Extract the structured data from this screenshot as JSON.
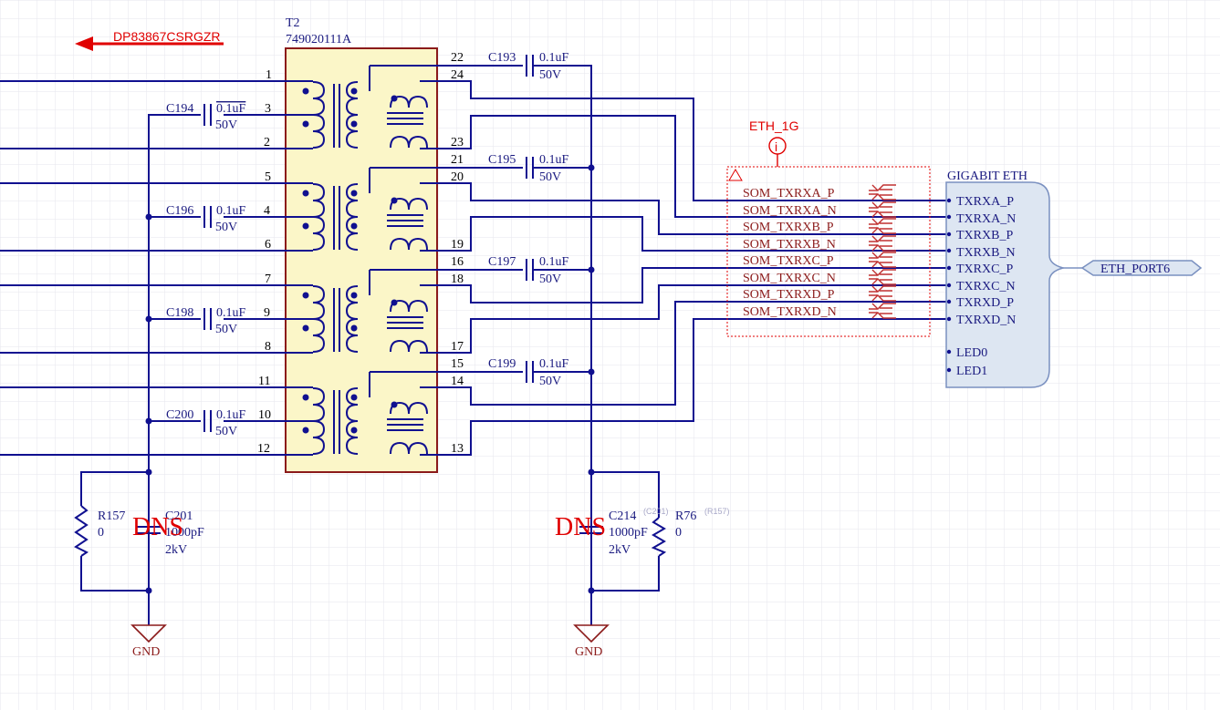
{
  "offsheet": {
    "label": "DP83867CSRGZR"
  },
  "transformer": {
    "refdes": "T2",
    "part": "749020111A",
    "left_pins": [
      "1",
      "3",
      "2",
      "5",
      "4",
      "6",
      "7",
      "9",
      "8",
      "11",
      "10",
      "12"
    ],
    "right_pins": [
      "22",
      "24",
      "23",
      "21",
      "20",
      "19",
      "16",
      "18",
      "17",
      "15",
      "14",
      "13"
    ]
  },
  "caps": [
    {
      "ref": "C193",
      "value": "0.1uF",
      "voltage": "50V"
    },
    {
      "ref": "C194",
      "value": "0.1uF",
      "voltage": "50V"
    },
    {
      "ref": "C195",
      "value": "0.1uF",
      "voltage": "50V"
    },
    {
      "ref": "C196",
      "value": "0.1uF",
      "voltage": "50V"
    },
    {
      "ref": "C197",
      "value": "0.1uF",
      "voltage": "50V"
    },
    {
      "ref": "C198",
      "value": "0.1uF",
      "voltage": "50V"
    },
    {
      "ref": "C199",
      "value": "0.1uF",
      "voltage": "50V"
    },
    {
      "ref": "C200",
      "value": "0.1uF",
      "voltage": "50V"
    }
  ],
  "bottom_left": {
    "r_ref": "R157",
    "r_val": "0",
    "c_ref": "C201",
    "c_val": "1000pF",
    "c_volt": "2kV",
    "dns": "DNS",
    "gnd": "GND"
  },
  "bottom_right": {
    "r_ref": "R76",
    "r_val": "0",
    "r_ghost": "(R157)",
    "c_ref": "C214",
    "c_ghost": "(C201)",
    "c_val": "1000pF",
    "c_volt": "2kV",
    "dns": "DNS",
    "gnd": "GND"
  },
  "net_label": {
    "title": "ETH_1G",
    "marker": "i"
  },
  "som_nets": [
    "SOM_TXRXA_P",
    "SOM_TXRXA_N",
    "SOM_TXRXB_P",
    "SOM_TXRXB_N",
    "SOM_TXRXC_P",
    "SOM_TXRXC_N",
    "SOM_TXRXD_P",
    "SOM_TXRXD_N"
  ],
  "harness": {
    "title": "GIGABIT ETH",
    "signals": [
      "TXRXA_P",
      "TXRXA_N",
      "TXRXB_P",
      "TXRXB_N",
      "TXRXC_P",
      "TXRXC_N",
      "TXRXD_P",
      "TXRXD_N"
    ],
    "leds": [
      "LED0",
      "LED1"
    ]
  },
  "port": {
    "label": "ETH_PORT6"
  },
  "colors": {
    "wire": "#101090",
    "body": "#fbf6c8",
    "body_border": "#8b1a1a",
    "grid": "#e6e6ec",
    "alert": "#e00000"
  }
}
